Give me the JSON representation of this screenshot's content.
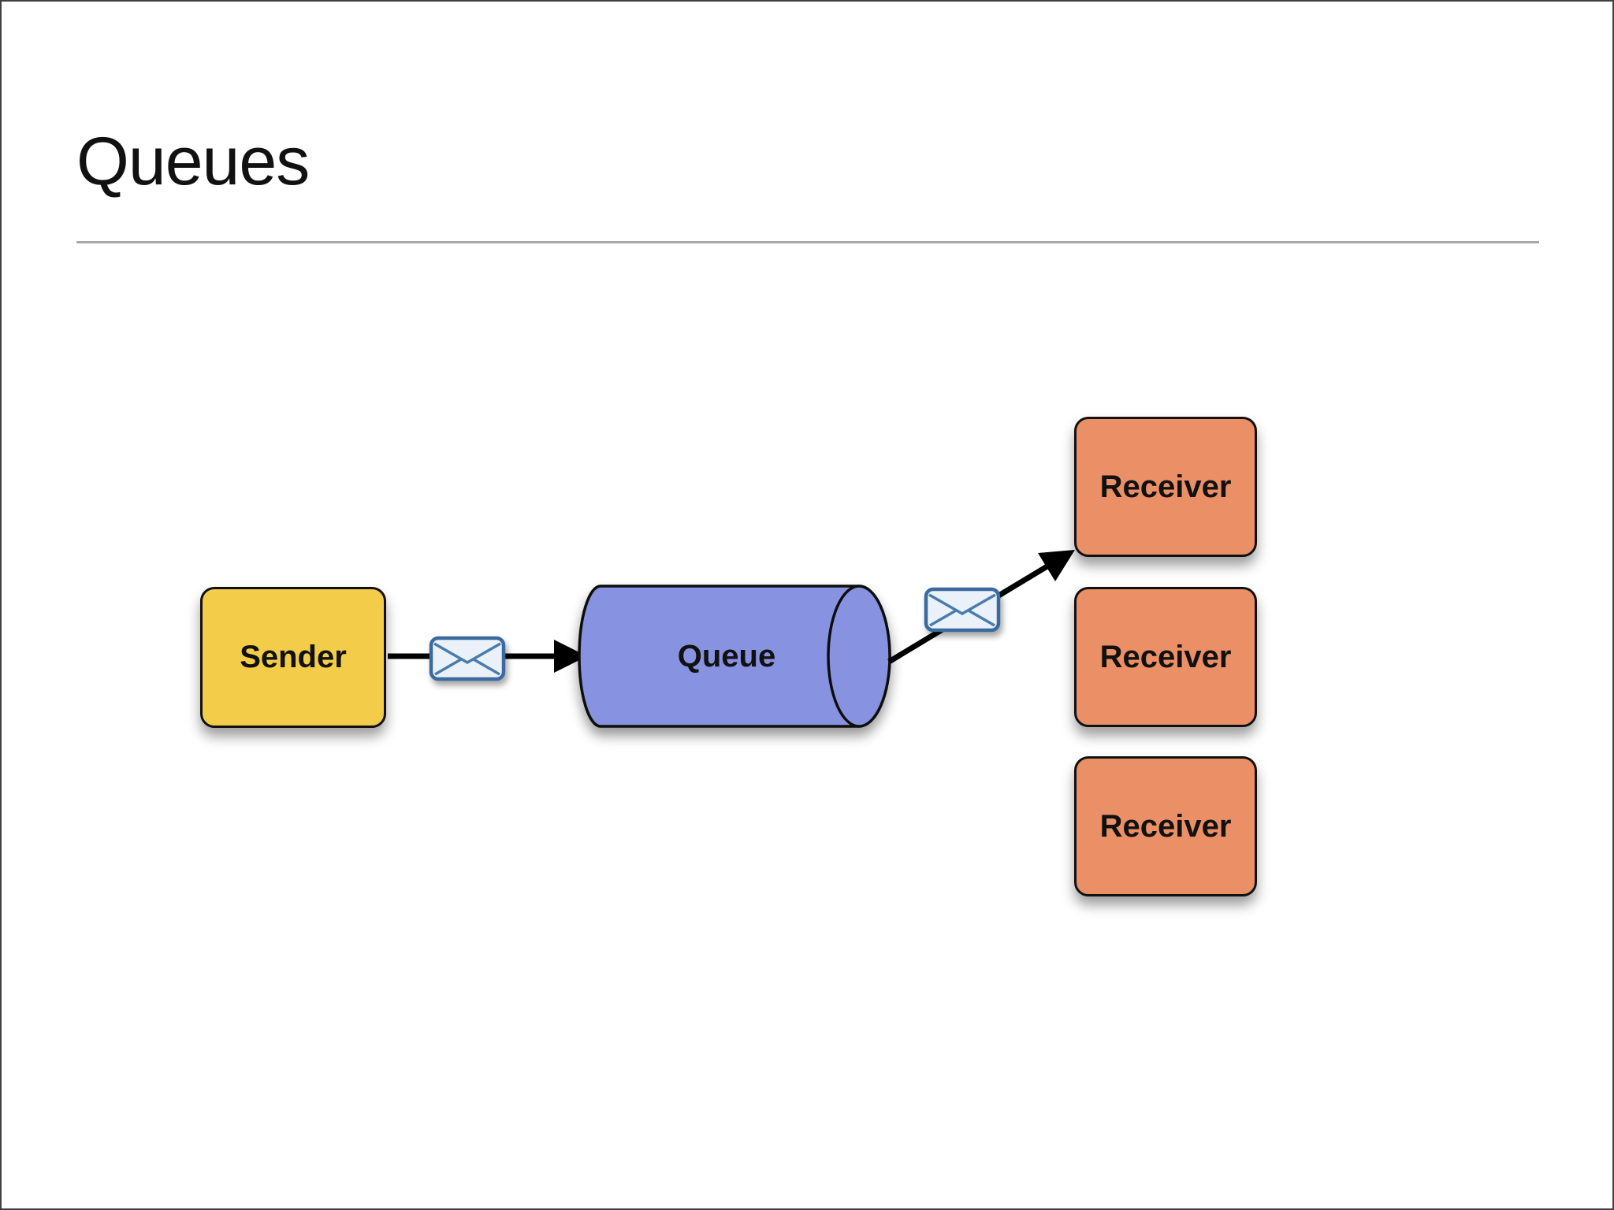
{
  "slide": {
    "title": "Queues"
  },
  "diagram": {
    "sender": {
      "label": "Sender",
      "fill": "#F3CC49"
    },
    "queue": {
      "label": "Queue",
      "fill": "#8792E0"
    },
    "receivers": [
      {
        "label": "Receiver"
      },
      {
        "label": "Receiver"
      },
      {
        "label": "Receiver"
      }
    ],
    "receiver_fill": "#EB8F66",
    "envelope": {
      "fill": "#EAF1F9",
      "stroke": "#3A6B9E",
      "flap_stroke": "#4A7CAB"
    },
    "arrow_color": "#000000",
    "border_color": "#111111"
  }
}
